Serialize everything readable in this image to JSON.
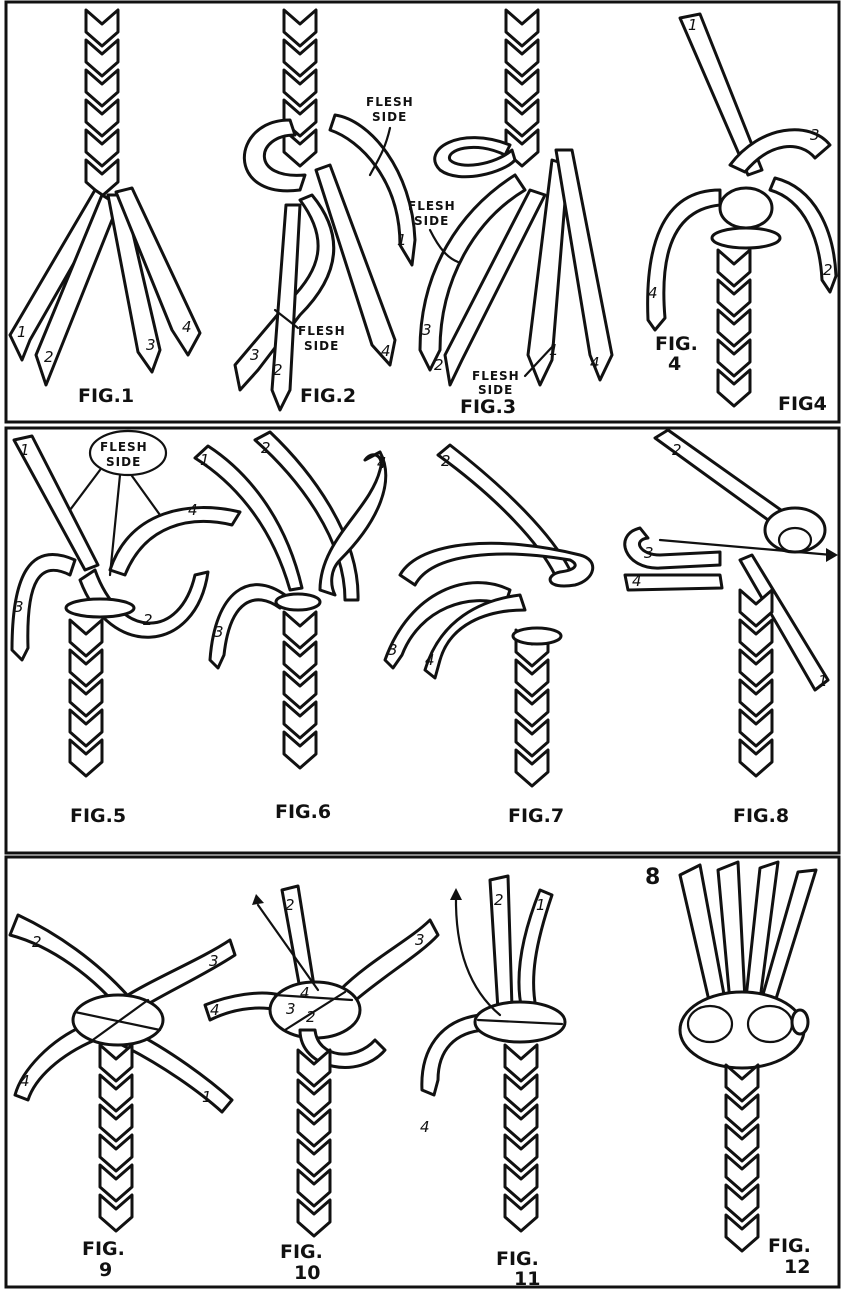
{
  "figures": {
    "fig1": "FIG.1",
    "fig2": "FIG.2",
    "fig3": "FIG.3",
    "fig4a": "FIG.",
    "fig4b": "4",
    "fig4c": "FIG4",
    "fig5": "FIG.5",
    "fig6": "FIG.6",
    "fig7": "FIG.7",
    "fig8": "FIG.8",
    "fig9a": "FIG.",
    "fig9b": "9",
    "fig10a": "FIG.",
    "fig10b": "10",
    "fig11a": "FIG.",
    "fig11b": "11",
    "fig12a": "FIG.",
    "fig12b": "12"
  },
  "annotations": {
    "flesh_side_1a": "FLESH",
    "flesh_side_1b": "SIDE",
    "flesh_side_2a": "FLESH",
    "flesh_side_2b": "SIDE",
    "flesh_side_3a": "FLESH",
    "flesh_side_3b": "SIDE",
    "flesh_side_4a": "FLESH",
    "flesh_side_4b": "SIDE",
    "flesh_side_5a": "FLESH",
    "flesh_side_5b": "SIDE",
    "page_number": "8"
  },
  "strand_numbers": [
    "1",
    "2",
    "3",
    "4"
  ]
}
